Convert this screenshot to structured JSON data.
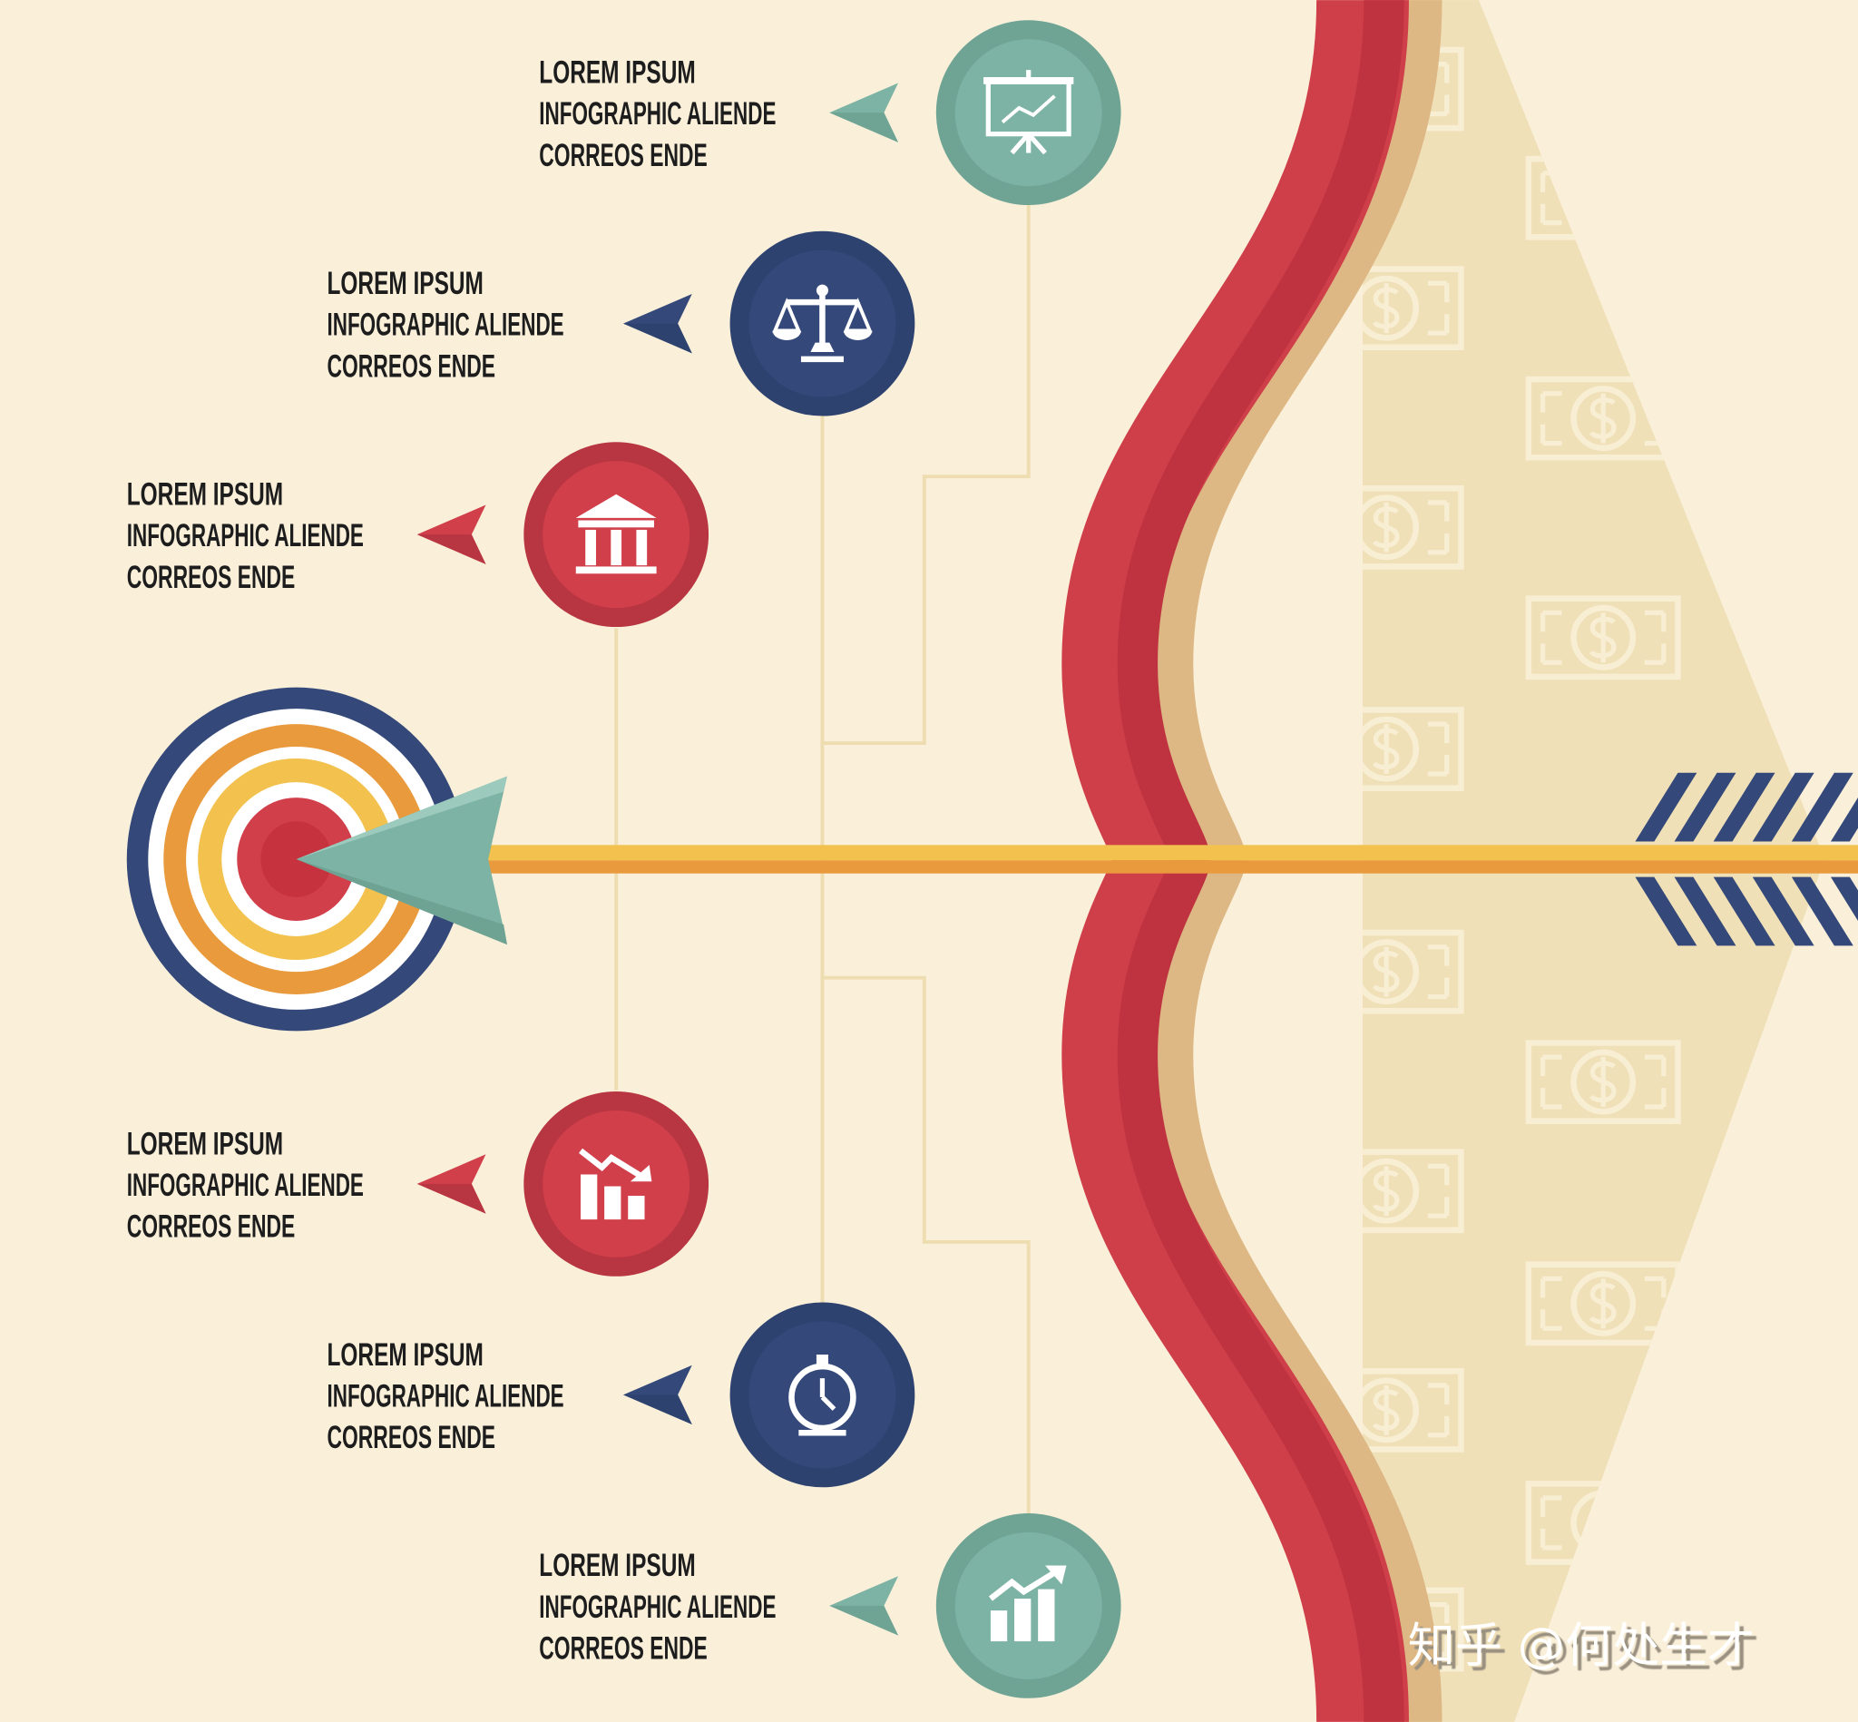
{
  "colors": {
    "background": "#FAF0DA",
    "beige_panel": "#F0E0B8",
    "bow_red": "#CF3F4A",
    "bow_red_dark": "#BF3340",
    "bow_tan": "#DDB884",
    "teal": "#7DB3A4",
    "navy": "#34497A",
    "red": "#D13F4A",
    "orange": "#E99A3C",
    "yellow": "#F2C14E",
    "connector": "#EEDDB0"
  },
  "items": [
    {
      "line1": "LOREM IPSUM",
      "line2": "INFOGRAPHIC ALIENDE",
      "line3": "CORREOS ENDE",
      "icon": "presentation-chart-icon",
      "color": "teal"
    },
    {
      "line1": "LOREM IPSUM",
      "line2": "INFOGRAPHIC ALIENDE",
      "line3": "CORREOS ENDE",
      "icon": "scales-icon",
      "color": "navy"
    },
    {
      "line1": "LOREM IPSUM",
      "line2": "INFOGRAPHIC ALIENDE",
      "line3": "CORREOS ENDE",
      "icon": "bank-icon",
      "color": "red"
    },
    {
      "line1": "LOREM IPSUM",
      "line2": "INFOGRAPHIC ALIENDE",
      "line3": "CORREOS ENDE",
      "icon": "declining-chart-icon",
      "color": "red"
    },
    {
      "line1": "LOREM IPSUM",
      "line2": "INFOGRAPHIC ALIENDE",
      "line3": "CORREOS ENDE",
      "icon": "stopwatch-icon",
      "color": "navy"
    },
    {
      "line1": "LOREM IPSUM",
      "line2": "INFOGRAPHIC ALIENDE",
      "line3": "CORREOS ENDE",
      "icon": "growth-chart-icon",
      "color": "teal"
    }
  ],
  "watermark": "知乎 @何处生才"
}
